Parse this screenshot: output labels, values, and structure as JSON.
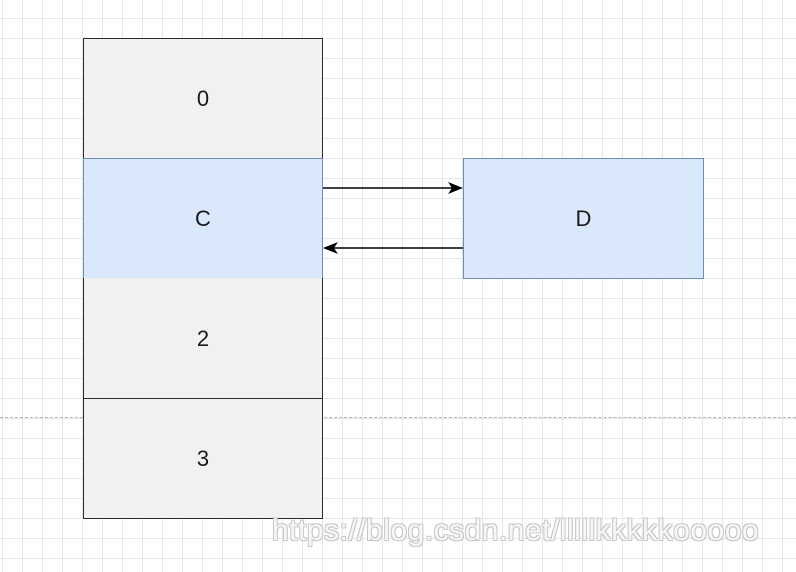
{
  "stack": {
    "cells": [
      {
        "label": "0"
      },
      {
        "label": "C"
      },
      {
        "label": "2"
      },
      {
        "label": "3"
      }
    ]
  },
  "node": {
    "label": "D"
  },
  "watermark": "https://blog.csdn.net/lllllkkkkkooooo",
  "colors": {
    "grey_fill": "#f1f1f1",
    "blue_fill": "#dae8fc",
    "blue_stroke": "#6c8ebf",
    "outline": "#2b2b2b",
    "grid": "#e6e6e6"
  }
}
